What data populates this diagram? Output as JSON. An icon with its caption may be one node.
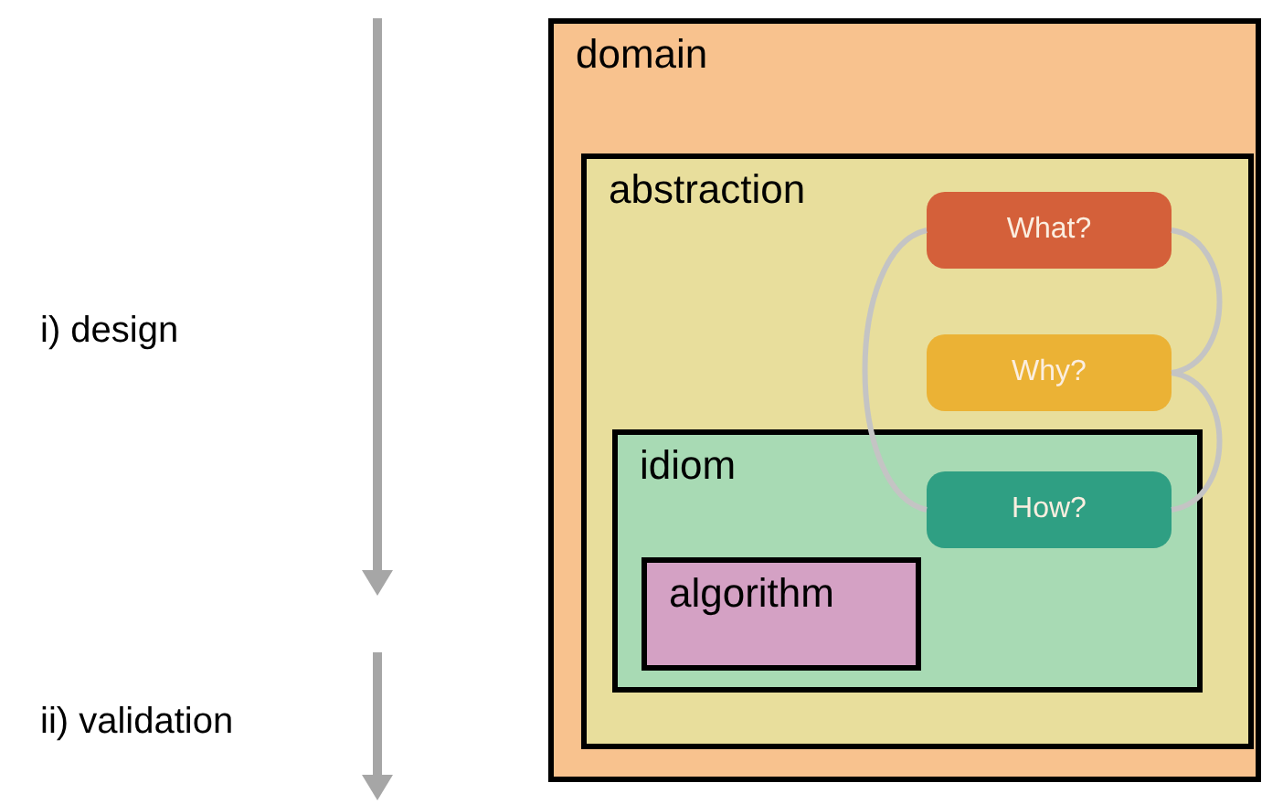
{
  "diagram": {
    "nodes": [
      {
        "text": [
          "domain"
        ]
      },
      {
        "text": [
          "abstraction"
        ],
        "in": 0
      },
      {
        "text": [
          "What?"
        ],
        "in": 1
      },
      {
        "text": [
          "Why?"
        ],
        "in": 1
      },
      {
        "text": [
          "idiom"
        ],
        "in": 1
      },
      {
        "text": [
          "How?"
        ],
        "in": 4
      },
      {
        "text": [
          "algorithm"
        ],
        "in": 4
      }
    ],
    "edges": [
      {
        "from": 2,
        "to": 3,
        "arrow": "none"
      },
      {
        "from": 3,
        "to": 5,
        "arrow": "none"
      },
      {
        "from": 2,
        "to": 5,
        "arrow": "none"
      }
    ],
    "labels": [
      "i) design",
      "ii) validation"
    ]
  }
}
